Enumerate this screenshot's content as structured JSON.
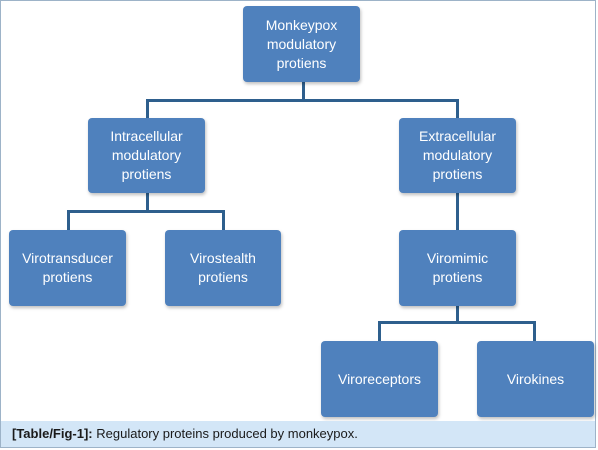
{
  "diagram": {
    "root": "Monkeypox modulatory protiens",
    "intracellular": "Intracellular modulatory protiens",
    "extracellular": "Extracellular modulatory protiens",
    "virotransducer": "Virotransducer protiens",
    "virostealth": "Virostealth protiens",
    "viromimic": "Viromimic protiens",
    "viroreceptors": "Viroreceptors",
    "virokines": "Virokines"
  },
  "caption": {
    "label": "[Table/Fig-1]:",
    "text": "Regulatory proteins produced by monkeypox."
  },
  "colors": {
    "node_fill": "#4f81bd",
    "connector": "#2e5f8d",
    "caption_bg": "#d3e6f7"
  }
}
